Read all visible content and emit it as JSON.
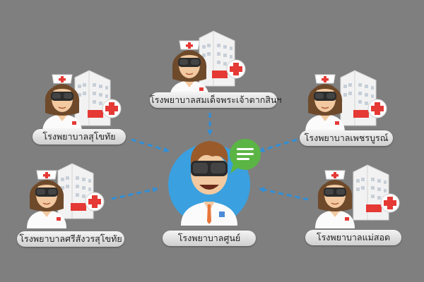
{
  "colors": {
    "background": "#7f7f7f",
    "arrow": "#2f8fd8",
    "center_circle": "#3aa0e0",
    "bubble": "#5bb544",
    "cross": "#e53935",
    "hospital": "#f2f2f2"
  },
  "center": {
    "label": "โรงพยาบาลศูนย์",
    "icons": [
      "doctor-vr-headset-icon",
      "chat-bubble-icon"
    ]
  },
  "nodes": [
    {
      "id": "top-center",
      "label": "โรงพยาบาลสมเด็จพระเจ้าตากสินฯ"
    },
    {
      "id": "left-upper",
      "label": "โรงพยาบาลสุโขทัย"
    },
    {
      "id": "right-upper",
      "label": "โรงพยาบาลเพชรบูรณ์"
    },
    {
      "id": "left-lower",
      "label": "โรงพยาบาลศรีสังวรสุโขทัย"
    },
    {
      "id": "right-lower",
      "label": "โรงพยาบาลแม่สอด"
    }
  ],
  "node_icons": [
    "nurse-vr-headset-icon",
    "hospital-building-icon",
    "red-cross-icon"
  ]
}
